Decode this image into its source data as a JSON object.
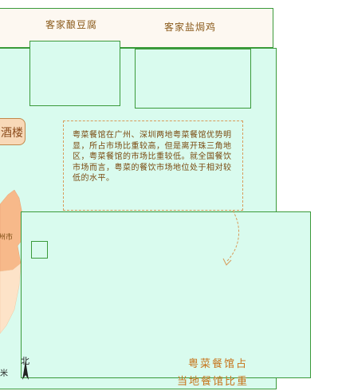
{
  "header": {
    "dish_1": "客家酿豆腐",
    "dish_2": "客家盐焗鸡"
  },
  "sidebar": {
    "building_tag": "酒楼",
    "city_label": "州市"
  },
  "note": {
    "text": "粤菜餐馆在广州、深圳两地粤菜餐馆优势明显，所占市场比重较高，但是离开珠三角地区，粤菜餐馆的市场比重较低。就全国餐饮市场而言，粤菜的餐饮市场地位处于相对较低的水平。"
  },
  "map": {
    "north_label": "北",
    "scale_mark": "米"
  },
  "caption": {
    "line_1": "粤菜餐馆占",
    "line_2": "当地餐馆比重"
  },
  "colors": {
    "panel_fill": "#d9fbee",
    "border_green": "#3a9a3a",
    "map_orange": "#f7b98a",
    "caption_orange": "#c6731a"
  }
}
